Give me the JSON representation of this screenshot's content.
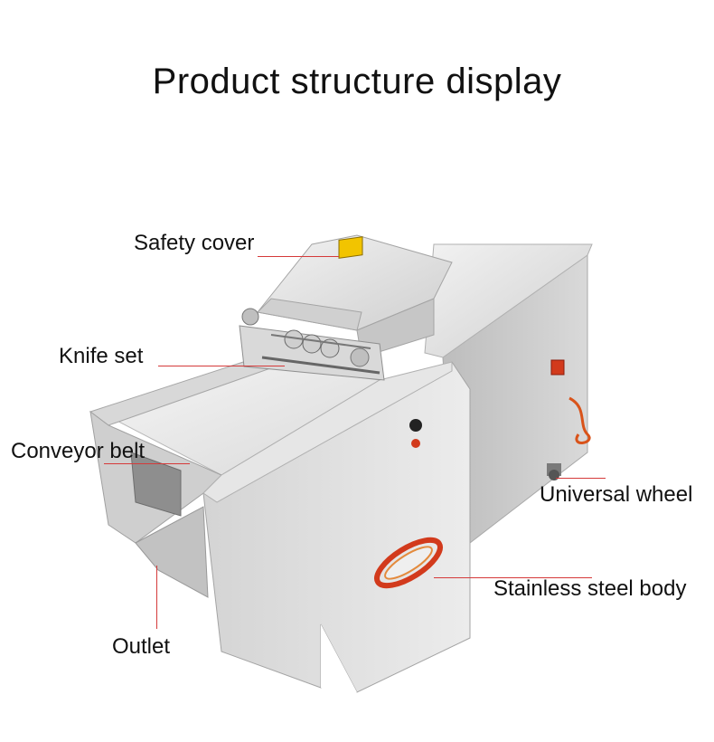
{
  "title": "Product structure display",
  "labels": {
    "safety_cover": "Safety cover",
    "knife_set": "Knife set",
    "conveyor_belt": "Conveyor belt",
    "outlet": "Outlet",
    "universal_wheel": "Universal wheel",
    "stainless_steel_body": "Stainless steel body"
  },
  "colors": {
    "background": "#ffffff",
    "leader_line": "#d53a3a",
    "steel_light": "#e4e4e4",
    "steel_mid": "#c9c9c9",
    "steel_dark": "#9a9a9a",
    "accent_red": "#d23a1c",
    "warning_yellow": "#f2c400"
  }
}
